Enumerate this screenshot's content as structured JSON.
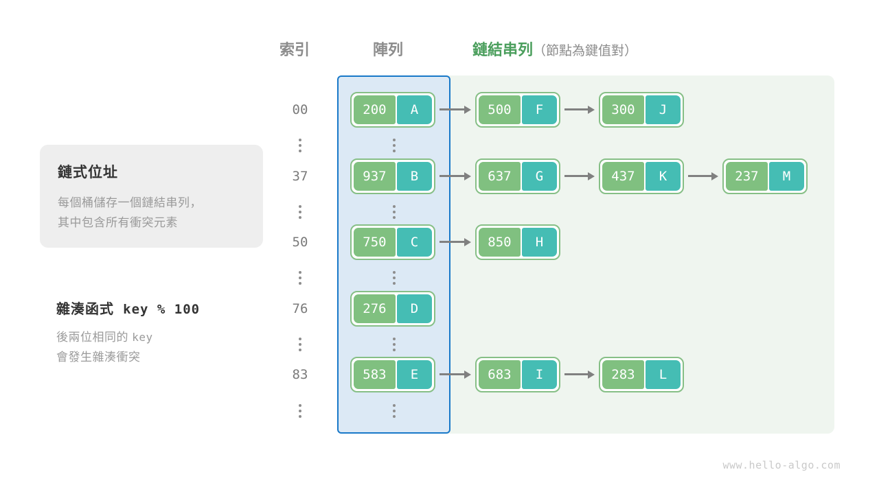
{
  "headers": {
    "index": "索引",
    "array": "陣列",
    "list": "鏈結串列",
    "list_note": "（節點為鍵值對）"
  },
  "info_card": {
    "title": "鏈式位址",
    "line1": "每個桶儲存一個鏈結串列，",
    "line2": "其中包含所有衝突元素"
  },
  "hash_note": {
    "label": "雜湊函式",
    "formula": "key % 100",
    "line1_a": "後兩位相同的",
    "line1_b": "key",
    "line2": "會發生雜湊衝突"
  },
  "colors": {
    "array_fill": "#dce9f5",
    "array_border": "#1878c8",
    "list_fill": "#eff5ef",
    "node_key": "#80c080",
    "node_value": "#45bdb4",
    "node_border": "#86bf86",
    "arrow": "#808080",
    "header_green": "#4a9e5c",
    "header_gray": "#8c8c8c"
  },
  "buckets": [
    {
      "index": "00",
      "nodes": [
        {
          "key": "200",
          "value": "A"
        },
        {
          "key": "500",
          "value": "F"
        },
        {
          "key": "300",
          "value": "J"
        }
      ]
    },
    {
      "index": "37",
      "nodes": [
        {
          "key": "937",
          "value": "B"
        },
        {
          "key": "637",
          "value": "G"
        },
        {
          "key": "437",
          "value": "K"
        },
        {
          "key": "237",
          "value": "M"
        }
      ]
    },
    {
      "index": "50",
      "nodes": [
        {
          "key": "750",
          "value": "C"
        },
        {
          "key": "850",
          "value": "H"
        }
      ]
    },
    {
      "index": "76",
      "nodes": [
        {
          "key": "276",
          "value": "D"
        }
      ]
    },
    {
      "index": "83",
      "nodes": [
        {
          "key": "583",
          "value": "E"
        },
        {
          "key": "683",
          "value": "I"
        },
        {
          "key": "283",
          "value": "L"
        }
      ]
    }
  ],
  "ellipsis_count": 5,
  "watermark": "www.hello-algo.com"
}
